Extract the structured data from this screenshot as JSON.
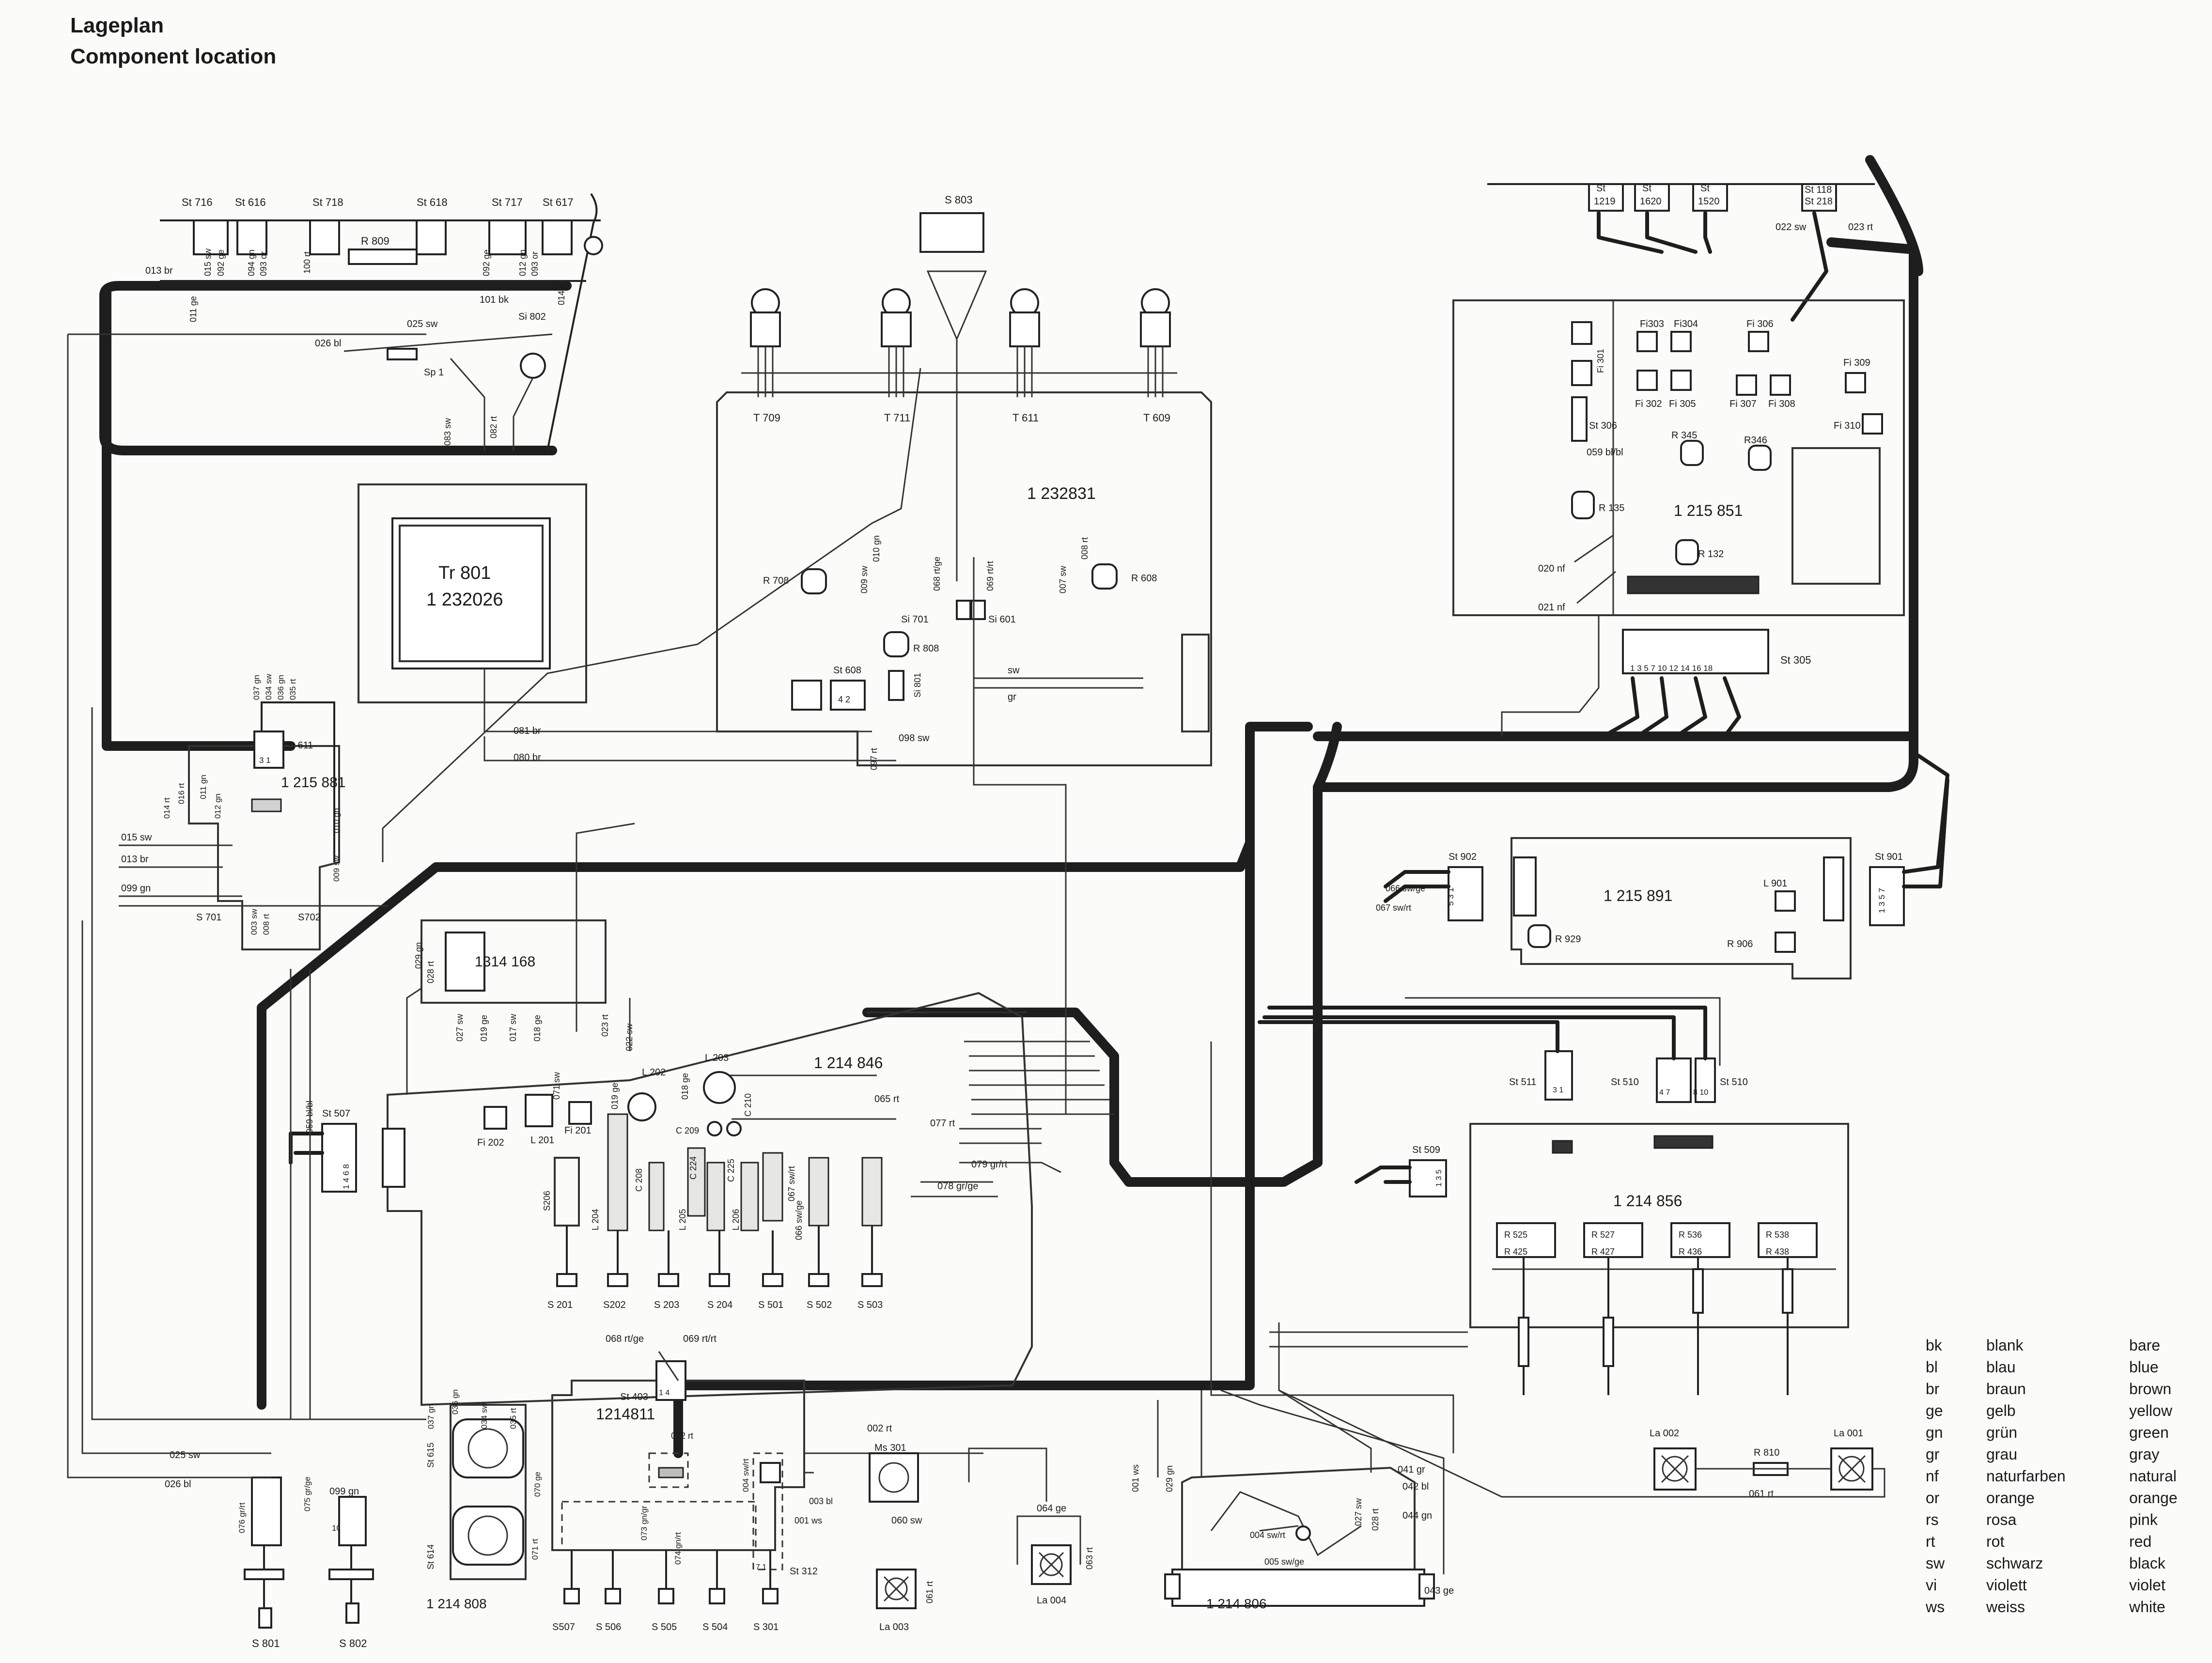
{
  "header": {
    "title_de": "Lageplan",
    "title_en": "Component location"
  },
  "legend": [
    {
      "code": "bk",
      "de": "blank",
      "en": "bare"
    },
    {
      "code": "bl",
      "de": "blau",
      "en": "blue"
    },
    {
      "code": "br",
      "de": "braun",
      "en": "brown"
    },
    {
      "code": "ge",
      "de": "gelb",
      "en": "yellow"
    },
    {
      "code": "gn",
      "de": "grün",
      "en": "green"
    },
    {
      "code": "gr",
      "de": "grau",
      "en": "gray"
    },
    {
      "code": "nf",
      "de": "naturfarben",
      "en": "natural"
    },
    {
      "code": "or",
      "de": "orange",
      "en": "orange"
    },
    {
      "code": "rs",
      "de": "rosa",
      "en": "pink"
    },
    {
      "code": "rt",
      "de": "rot",
      "en": "red"
    },
    {
      "code": "sw",
      "de": "schwarz",
      "en": "black"
    },
    {
      "code": "vi",
      "de": "violett",
      "en": "violet"
    },
    {
      "code": "ws",
      "de": "weiss",
      "en": "white"
    }
  ],
  "boards": {
    "power_board": "1 232831",
    "transformer_name": "Tr 801",
    "transformer_number": "1 232026",
    "tuner_board": "1 215 851",
    "if_board": "1 215 891",
    "main_board": "1 214 846",
    "tone_board": "1 214 856",
    "sw_board": "1 215 881",
    "motor_unit": "1314 168",
    "input_board": "1214811",
    "din_board": "1 214 808",
    "meter_board": "1 214 806"
  },
  "connectors": {
    "st716": "St 716",
    "st616": "St 616",
    "st718": "St 718",
    "st618": "St 618",
    "st717": "St 717",
    "st617": "St 617",
    "st1219_a": "St",
    "st1219_b": "1219",
    "st1620_a": "St",
    "st1620_b": "1620",
    "st1520_a": "St",
    "st1520_b": "1520",
    "st118": "St 118",
    "st218": "St 218",
    "st305": "St 305",
    "st306": "St 306",
    "st608": "St 608",
    "st611": "St 611",
    "st902": "St 902",
    "st901": "St 901",
    "st507": "St 507",
    "st509": "St 509",
    "st510a": "St 510",
    "st510b": "St 510",
    "st511": "St 511",
    "st403": "St 403",
    "st312": "St 312",
    "st614": "St 614",
    "st615": "St 615"
  },
  "components": {
    "r809": "R 809",
    "si802": "Si 802",
    "sp1": "Sp 1",
    "s803": "S 803",
    "t709": "T 709",
    "t711": "T 711",
    "t611": "T 611",
    "t609": "T 609",
    "r708": "R 708",
    "r608": "R 608",
    "si701": "Si 701",
    "si601": "Si 601",
    "r808": "R 808",
    "si801": "Si 801",
    "fi301": "Fi 301",
    "fi302": "Fi 302",
    "fi303": "Fi303",
    "fi304": "Fi304",
    "fi305": "Fi 305",
    "fi306": "Fi 306",
    "fi307": "Fi 307",
    "fi308": "Fi 308",
    "fi309": "Fi 309",
    "fi310": "Fi 310",
    "r345": "R 345",
    "r346": "R346",
    "r135": "R 135",
    "r132": "R 132",
    "l901": "L 901",
    "r929": "R 929",
    "r906": "R 906",
    "fi202": "Fi 202",
    "l201": "L 201",
    "fi201": "Fi 201",
    "l202": "L 202",
    "l203": "L 203",
    "c209": "C 209",
    "c210": "C 210",
    "l204": "L 204",
    "l205": "L 205",
    "l206": "L 206",
    "c208": "C 208",
    "c224": "C 224",
    "c225": "C 225",
    "s206": "S206",
    "s201": "S 201",
    "s202": "S202",
    "s203": "S 203",
    "s204": "S 204",
    "s501": "S 501",
    "s502": "S 502",
    "s503": "S 503",
    "s701": "S 701",
    "s702": "S702",
    "s801": "S 801",
    "s802": "S 802",
    "s507": "S507",
    "s506": "S 506",
    "s505": "S 505",
    "s504": "S 504",
    "s301": "S 301",
    "ms301": "Ms 301",
    "la004": "La 004",
    "la003": "La 003",
    "la002": "La 002",
    "la001": "La 001",
    "r810": "R 810",
    "r525": "R 525",
    "r425": "R 425",
    "r527": "R 527",
    "r427": "R 427",
    "r536": "R 536",
    "r436": "R 436",
    "r538": "R 538",
    "r438": "R 438"
  },
  "wires": {
    "w013br": "013 br",
    "w015sw": "015 sw",
    "w092ge": "092 ge",
    "w094gn": "094 gn",
    "w093or": "093 or",
    "w100rt": "100 rt",
    "w012gn": "012 gn",
    "w014rt": "014 rt",
    "w101bk": "101 bk",
    "w011ge": "011 ge",
    "w026bl": "026 bl",
    "w025sw": "025 sw",
    "w083sw": "083 sw",
    "w082rt": "082 rt",
    "w022sw": "022 sw",
    "w023rt": "023 rt",
    "w059blbl": "059 bl/bl",
    "w020nf": "020 nf",
    "w021nf": "021 nf",
    "w010gn": "010 gn",
    "w009sw": "009 sw",
    "w068rtge": "068 rt/ge",
    "w069rtrt": "069 rt/rt",
    "w007sw": "007 sw",
    "w008rt": "008 rt",
    "w081br": "081 br",
    "w080br": "080 br",
    "w098sw": "098 sw",
    "w097rt": "097 rt",
    "wsw": "sw",
    "wgr": "gr",
    "w037gn": "037 gn",
    "w034sw": "034 sw",
    "w036gn": "036 gn",
    "w035rt": "035 rt",
    "w016rt": "016 rt",
    "w011gn": "011 gn",
    "w013br2": "013 br",
    "w099gn": "099 gn",
    "w003sw": "003 sw",
    "w008rt2": "008 rt",
    "w066swge": "066 sw/ge",
    "w067swrt": "067 sw/rt",
    "w029gn": "029 gn",
    "w028rt": "028 rt",
    "w027sw": "027 sw",
    "w019ge": "019 ge",
    "w017sw": "017 sw",
    "w018ge": "018 ge",
    "w023rt2": "023 rt",
    "w022sw2": "022 sw",
    "w071sw": "071 sw",
    "w019ge2": "019 ge",
    "w065rt": "065 rt",
    "w077rt": "077 rt",
    "w079grrt": "079 gr/rt",
    "w078grge": "078 gr/ge",
    "w067swrt2": "067 sw/rt",
    "w066swge2": "066 sw/ge",
    "w068rtge2": "068 rt/ge",
    "w069rtrt2": "069 rt/rt",
    "w072rt": "072 rt",
    "w025sw2": "025 sw",
    "w026bl2": "026 bl",
    "w076grrt": "076 gr/rt",
    "w075grge": "075 gr/ge",
    "w099gn2": "099 gn",
    "w100rt2": "100 rt",
    "w037gn2": "037 gn",
    "w036gn2": "036 gn",
    "w034sw2": "034 sw",
    "w035rt2": "035 rt",
    "w070ge": "070 ge",
    "w071rt": "071 rt",
    "w073gngr": "073 gn/gr",
    "w074gnrt": "074 gn/rt",
    "w004swrt": "004 sw/rt",
    "w002rt": "002 rt",
    "w003bl": "003 bl",
    "w001ws": "001 ws",
    "w060sw": "060 sw",
    "w061rt": "061 rt",
    "w064ge": "064 ge",
    "w063rt": "063 rt",
    "w001ws2": "001 ws",
    "w029gn2": "029 gn",
    "w004swrt2": "004 sw/rt",
    "w005swge": "005 sw/ge",
    "w027sw2": "027 sw",
    "w028rt2": "028 rt",
    "w041gr": "041 gr",
    "w042bl": "042 bl",
    "w044gn": "044 gn",
    "w043ge": "043 ge",
    "w061rt2": "061 rt"
  },
  "pins": {
    "st305_pins": "1 3 5 7  10 12 14 16 18",
    "st611_pins": "3  1",
    "st608_pins": "4  2",
    "st902_pins": "5 3 1",
    "st901_pins": "1 3 5 7",
    "st507_pins": "1 4 6 8",
    "st509_pins": "1 3 5",
    "st511_pins": "3 1",
    "st510_pins_a": "4 7",
    "st510_pins_b": "8 10",
    "st403_pins": "1 4",
    "st312_pins": "7 1"
  }
}
